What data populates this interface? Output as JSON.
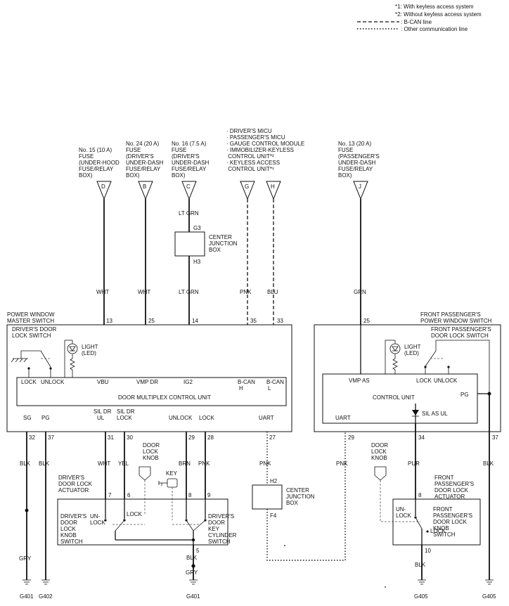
{
  "legend": {
    "note1": "*1: With keyless access system",
    "note2": "*2: Without keyless access system",
    "bcan": ": B-CAN line",
    "other": ": Other communication line"
  },
  "fuses": {
    "d": [
      "No. 15 (10 A)",
      "FUSE",
      "(UNDER-HOOD",
      "FUSE/RELAY",
      "BOX)"
    ],
    "b": [
      "No. 24 (20 A)",
      "FUSE",
      "(DRIVER'S",
      "UNDER-DASH",
      "FUSE/RELAY",
      "BOX)"
    ],
    "c": [
      "No. 16 (7.5 A)",
      "FUSE",
      "(DRIVER'S",
      "UNDER-DASH",
      "FUSE/RELAY",
      "BOX)"
    ],
    "j": [
      "No. 13 (20 A)",
      "FUSE",
      "(PASSENGER'S",
      "UNDER-DASH",
      "FUSE/RELAY",
      "BOX)"
    ]
  },
  "can_units": [
    "· DRIVER'S MICU",
    "· PASSENGER'S MICU",
    "· GAUGE CONTROL MODULE",
    "· IMMOBILIZER-KEYLESS",
    "  CONTROL UNIT*²",
    "· KEYLESS ACCESS",
    "  CONTROL UNIT*¹"
  ],
  "connectors": {
    "d": "D",
    "b": "B",
    "c": "C",
    "g": "G",
    "h": "H",
    "j": "J"
  },
  "cjb_top": {
    "name": [
      "CENTER",
      "JUNCTION",
      "BOX"
    ],
    "g3": "G3",
    "h3": "H3",
    "in": "LT GRN"
  },
  "cjb_bottom": {
    "name": [
      "CENTER",
      "JUNCTION",
      "BOX"
    ],
    "h2": "H2",
    "f4": "F4"
  },
  "wires_top": {
    "d": "WHT",
    "b": "WHT",
    "c": "LT GRN",
    "g": "PNK",
    "h": "BLU",
    "j": "GRN"
  },
  "pins_top": {
    "d": "13",
    "b": "25",
    "c": "14",
    "g": "35",
    "h": "33",
    "j": "25"
  },
  "pws": {
    "title": [
      "POWER WINDOW",
      "MASTER SWITCH"
    ],
    "dls": [
      "DRIVER'S DOOR",
      "LOCK SWITCH"
    ],
    "light": [
      "LIGHT",
      "(LED)"
    ],
    "lock": "LOCK",
    "unlock": "UNLOCK",
    "vbu": "VBU",
    "vmpdr": "VMP DR",
    "ig2": "IG2",
    "bcanh": [
      "B-CAN",
      "H"
    ],
    "bcanl": [
      "B-CAN",
      "L"
    ],
    "unit": "DOOR MULTIPLEX CONTROL UNIT",
    "sg": "SG",
    "pg": "PG",
    "sildr_ul": [
      "SIL DR",
      "UL"
    ],
    "sildr_lock": [
      "SIL DR",
      "LOCK"
    ],
    "out_unlock": "UNLOCK",
    "out_lock": "LOCK",
    "uart": "UART"
  },
  "pins_bottom": {
    "sg": "32",
    "pg": "37",
    "ul": "31",
    "lk": "30",
    "unl": "29",
    "lck": "28",
    "uart": "27"
  },
  "wires_bottom": {
    "sg": "BLK",
    "pg": "BLK",
    "ul": "WHT",
    "lk": "YEL",
    "unl": "BRN",
    "lck": "PNK",
    "uart": "PNK"
  },
  "actuator": {
    "title": [
      "DRIVER'S",
      "DOOR LOCK",
      "ACTUATOR"
    ],
    "knob": [
      "DOOR",
      "LOCK",
      "KNOB"
    ],
    "key": "KEY",
    "knob_sw": [
      "DRIVER'S",
      "DOOR",
      "LOCK",
      "KNOB",
      "SWITCH"
    ],
    "unlock": [
      "UN-",
      "LOCK"
    ],
    "lock": "LOCK",
    "cyl_sw": [
      "DRIVER'S",
      "DOOR",
      "KEY",
      "CYLINDER",
      "SWITCH"
    ],
    "pin7": "7",
    "pin6": "6",
    "pin8": "8",
    "pin9": "9",
    "pin5": "5",
    "w5": "BLK",
    "gnd": "GRY"
  },
  "left_gnd": {
    "gry": "GRY",
    "g401": "G401",
    "g402": "G402",
    "g401b": "G401"
  },
  "fp": {
    "title": [
      "FRONT PASSENGER'S",
      "POWER WINDOW SWITCH"
    ],
    "dls": [
      "FRONT PASSENGER'S",
      "DOOR LOCK SWITCH"
    ],
    "light": [
      "LIGHT",
      "(LED)"
    ],
    "vmpas": "VMP AS",
    "lock": "LOCK",
    "unlock": "UNLOCK",
    "unit": "CONTROL UNIT",
    "pg": "PG",
    "silasul": "SIL AS UL",
    "uart": "UART",
    "pin29": "29",
    "pin34": "34",
    "pin37": "37",
    "w29": "PNK",
    "w34": "PUR",
    "w37": "BLK"
  },
  "fpa": {
    "title": [
      "FRONT",
      "PASSENGER'S",
      "DOOR LOCK",
      "ACTUATOR"
    ],
    "knob": [
      "DOOR",
      "LOCK",
      "KNOB"
    ],
    "unlock": [
      "UN-",
      "LOCK"
    ],
    "lock": "LOCK",
    "sw": [
      "FRONT",
      "PASSENGER'S",
      "DOOR LOCK",
      "KNOB",
      "SWITCH"
    ],
    "pin8": "8",
    "pin10": "10",
    "w10": "BLK",
    "g405a": "G405",
    "g405b": "G405"
  }
}
